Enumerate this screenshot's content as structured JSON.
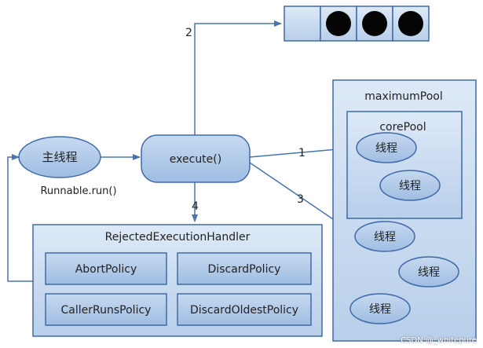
{
  "queue": {
    "label": "2",
    "filled_slots": 3,
    "empty_slots": 1
  },
  "main_thread": {
    "label": "主线程",
    "sublabel": "Runnable.run()"
  },
  "execute": {
    "label": "execute()"
  },
  "arrows": {
    "to_core": "1",
    "to_queue": "2",
    "to_max": "3",
    "to_handler": "4"
  },
  "maximum_pool": {
    "title": "maximumPool"
  },
  "core_pool": {
    "title": "corePool",
    "threads": [
      "线程",
      "线程"
    ]
  },
  "max_threads": [
    "线程",
    "线程",
    "线程"
  ],
  "handler": {
    "title": "RejectedExecutionHandler",
    "policies": [
      "AbortPolicy",
      "DiscardPolicy",
      "CallerRunsPolicy",
      "DiscardOldestPolicy"
    ]
  },
  "watermark": "CSDN @_whitepure",
  "colors": {
    "fill": "#cfe0f3",
    "fill_dark": "#a9c4e4",
    "stroke": "#3f6aa8",
    "arrow": "#4a74b0"
  }
}
